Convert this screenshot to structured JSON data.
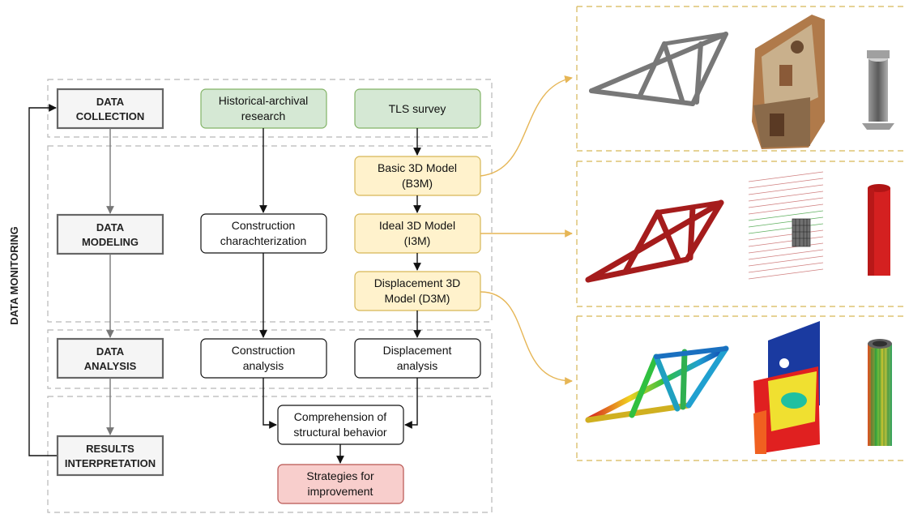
{
  "side_label": "DATA MONITORING",
  "stages": {
    "collection": [
      "DATA",
      "COLLECTION"
    ],
    "modeling": [
      "DATA",
      "MODELING"
    ],
    "analysis": [
      "DATA",
      "ANALYSIS"
    ],
    "interpretation": [
      "RESULTS",
      "INTERPRETATION"
    ]
  },
  "boxes": {
    "historical": [
      "Historical-archival",
      "research"
    ],
    "tls": [
      "TLS survey"
    ],
    "b3m": [
      "Basic 3D Model",
      "(B3M)"
    ],
    "i3m": [
      "Ideal 3D Model",
      "(I3M)"
    ],
    "d3m": [
      "Displacement 3D",
      "Model (D3M)"
    ],
    "construction_char": [
      "Construction",
      "charachterization"
    ],
    "construction_analysis": [
      "Construction",
      "analysis"
    ],
    "displacement_analysis": [
      "Displacement",
      "analysis"
    ],
    "comprehension": [
      "Comprehension of",
      "structural behavior"
    ],
    "strategies": [
      "Strategies for",
      "improvement"
    ]
  },
  "colors": {
    "green_fill": "#d5e8d4",
    "green_stroke": "#82b366",
    "yellow_fill": "#fff2cc",
    "yellow_stroke": "#d6b656",
    "red_fill": "#f8cecc",
    "red_stroke": "#b85450",
    "gray_fill": "#f5f5f5",
    "gray_stroke": "#666666",
    "connector": "#e6b656",
    "truss_dark_red": "#a51c1c"
  },
  "image_rows": [
    {
      "name": "point-cloud-row",
      "items": [
        "roof-truss-point-cloud",
        "facade-point-cloud",
        "column-point-cloud"
      ]
    },
    {
      "name": "ideal-model-row",
      "items": [
        "roof-truss-ideal-model",
        "facade-wireframe-model",
        "column-ideal-model"
      ]
    },
    {
      "name": "displacement-row",
      "items": [
        "roof-truss-displacement-map",
        "facade-displacement-map",
        "column-displacement-map"
      ]
    }
  ]
}
